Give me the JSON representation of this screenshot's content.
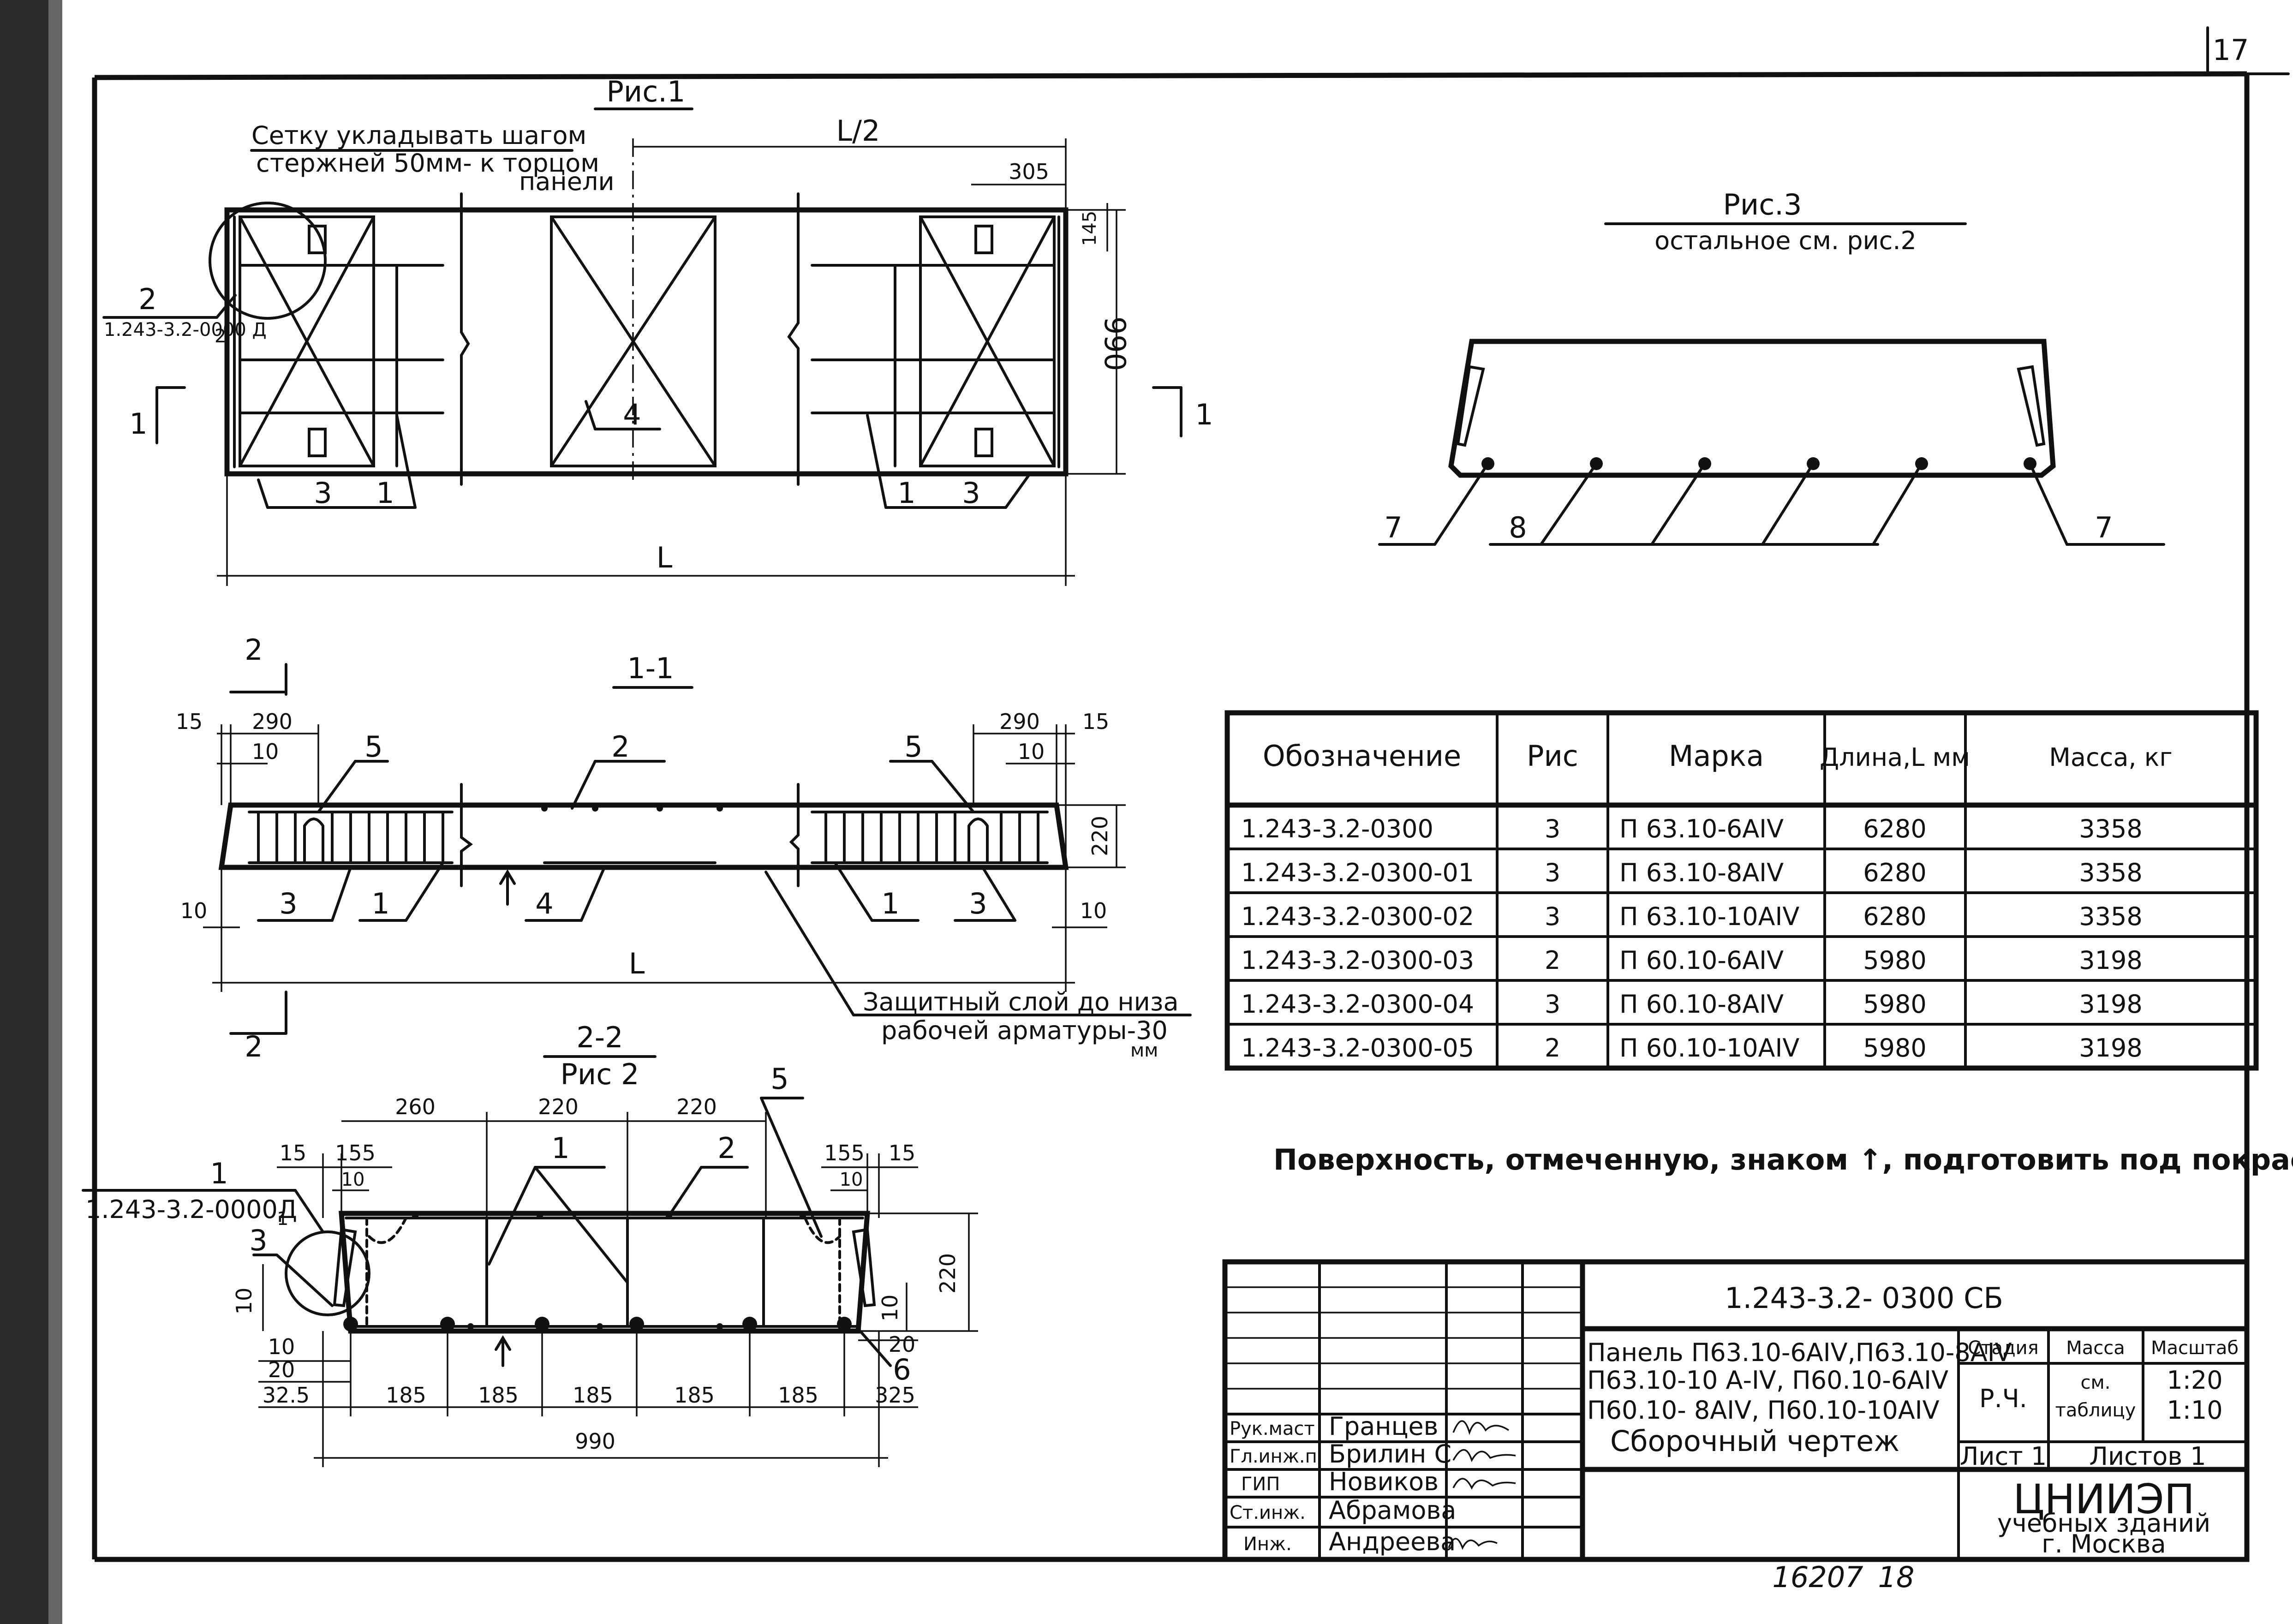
{
  "sheet": {
    "page_no": "17",
    "archive_no": "16207",
    "archive_page": "18"
  },
  "fig1": {
    "title": "Рис.1",
    "note_line1": "Сетку укладывать шагом",
    "note_line2": "стержней 50мм- к торцом",
    "note_line3": "панели",
    "callout2": "2",
    "callout2_ref": "1.243-3.2-0000 Д",
    "callout2_ref_sub": "2",
    "dim_half": "L/2",
    "dim_305": "305",
    "dim_145": "145",
    "dim_990": "990",
    "dim_L": "L",
    "sect_left": "1",
    "sect_right": "1",
    "pos3_left": "3",
    "pos1_left": "1",
    "pos4": "4",
    "pos1_right": "1",
    "pos3_right": "3"
  },
  "fig3": {
    "title": "Рис.3",
    "subtitle": "остальное см. рис.2",
    "pos7_left": "7",
    "pos8": "8",
    "pos7_right": "7"
  },
  "sec11": {
    "title": "1-1",
    "sect2_top": "2",
    "sect2_bottom": "2",
    "d15_l": "15",
    "d290_l": "290",
    "d10_l": "10",
    "pos5_l": "5",
    "pos2": "2",
    "pos5_r": "5",
    "d290_r": "290",
    "d15_r": "15",
    "d10_r": "10",
    "d220": "220",
    "d10_bl": "10",
    "pos3_l": "3",
    "pos1_l": "1",
    "pos4": "4",
    "pos1_r": "1",
    "pos3_r": "3",
    "d10_br": "10",
    "dim_L": "L",
    "note_line1": "Защитный слой до низа",
    "note_line2": "рабочей арматуры-30",
    "note_line3": "мм"
  },
  "sec22": {
    "title": "2-2",
    "subtitle": "Рис 2",
    "d260": "260",
    "d220a": "220",
    "d220b": "220",
    "pos5": "5",
    "pos1": "1",
    "pos2": "2",
    "d15_l": "15",
    "d155_l": "155",
    "d10_l": "10",
    "d155_r": "155",
    "d15_r": "15",
    "d10_r": "10",
    "callout1": "1",
    "callout1_ref": "1.243-3.2-0000Д",
    "callout1_ref_sub": "1",
    "pos3": "3",
    "d10_left": "10",
    "d10_right": "10",
    "d220_side": "220",
    "d10_b1": "10",
    "d20_b": "20",
    "d325_l": "32.5",
    "d185_1": "185",
    "d185_2": "185",
    "d185_3": "185",
    "d185_4": "185",
    "d185_5": "185",
    "d325_r": "325",
    "d20_r": "20",
    "pos6": "6",
    "d990": "990"
  },
  "spec_table": {
    "headers": [
      "Обозначение",
      "Рис",
      "Марка",
      "Длина,L мм",
      "Масса, кг"
    ],
    "rows": [
      [
        "1.243-3.2-0300",
        "3",
        "П 63.10-6АIV",
        "6280",
        "3358"
      ],
      [
        "1.243-3.2-0300-01",
        "3",
        "П 63.10-8АIV",
        "6280",
        "3358"
      ],
      [
        "1.243-3.2-0300-02",
        "3",
        "П 63.10-10АIV",
        "6280",
        "3358"
      ],
      [
        "1.243-3.2-0300-03",
        "2",
        "П 60.10-6АIV",
        "5980",
        "3198"
      ],
      [
        "1.243-3.2-0300-04",
        "3",
        "П 60.10-8АIV",
        "5980",
        "3198"
      ],
      [
        "1.243-3.2-0300-05",
        "2",
        "П 60.10-10АIV",
        "5980",
        "3198"
      ]
    ]
  },
  "note_surface": "Поверхность, отмеченную, знаком ↑, подготовить под покраску.",
  "title_block": {
    "doc_code": "1.243-3.2- 0300 СБ",
    "desc_line1": "Панель П63.10-6АIV,П63.10-8АIV",
    "desc_line2": "П63.10-10 А-IV, П60.10-6АIV",
    "desc_line3": "П60.10- 8АIV, П60.10-10АIV",
    "desc_line4": "Сборочный чертеж",
    "h_stage": "Стадия",
    "h_mass": "Масса",
    "h_scale": "Масштаб",
    "stage": "Р.Ч.",
    "mass_line1": "см.",
    "mass_line2": "таблицу",
    "scale_line1": "1:20",
    "scale_line2": "1:10",
    "sheet": "Лист 1",
    "sheets": "Листов 1",
    "org_line1": "ЦНИИЭП",
    "org_line2": "учебных зданий",
    "org_line3": "г. Москва",
    "signatures": [
      {
        "role": "Рук.маст",
        "name": "Гранцев"
      },
      {
        "role": "Гл.инж.п",
        "name": "Брилин С"
      },
      {
        "role": "ГИП",
        "name": "Новиков"
      },
      {
        "role": "Ст.инж.",
        "name": "Абрамова"
      },
      {
        "role": "Инж.",
        "name": "Андреева"
      }
    ]
  }
}
